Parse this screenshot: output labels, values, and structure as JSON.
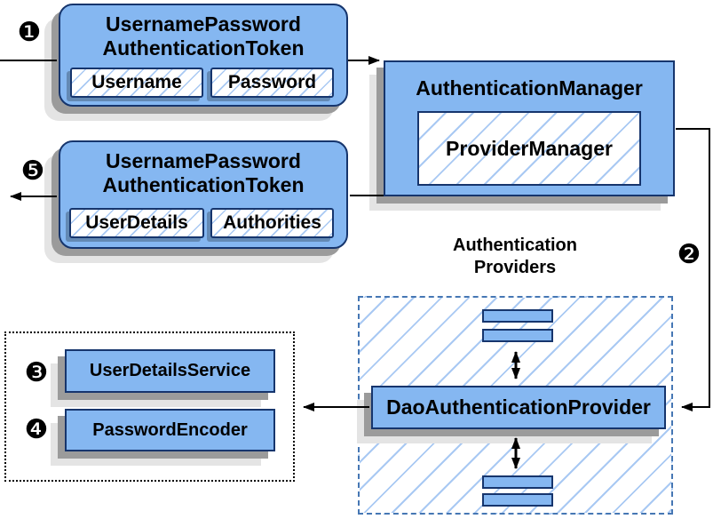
{
  "steps": [
    "❶",
    "❷",
    "❸",
    "❹",
    "❺"
  ],
  "request_token": {
    "title_line1": "UsernamePassword",
    "title_line2": "AuthenticationToken",
    "fields": [
      "Username",
      "Password"
    ]
  },
  "auth_manager": {
    "title": "AuthenticationManager",
    "provider": "ProviderManager"
  },
  "result_token": {
    "title_line1": "UsernamePassword",
    "title_line2": "AuthenticationToken",
    "fields": [
      "UserDetails",
      "Authorities"
    ]
  },
  "providers_group": {
    "label_line1": "Authentication",
    "label_line2": "Providers",
    "provider_name": "DaoAuthenticationProvider"
  },
  "collaborators": {
    "items": [
      "UserDetailsService",
      "PasswordEncoder"
    ]
  },
  "colors": {
    "box_fill": "#85b7f1",
    "box_border": "#16356d",
    "hatch": "#a9c9f3",
    "dashed_border": "#4677b4",
    "shadow1": "#9b9b9b",
    "shadow2": "#e4e4e4"
  }
}
